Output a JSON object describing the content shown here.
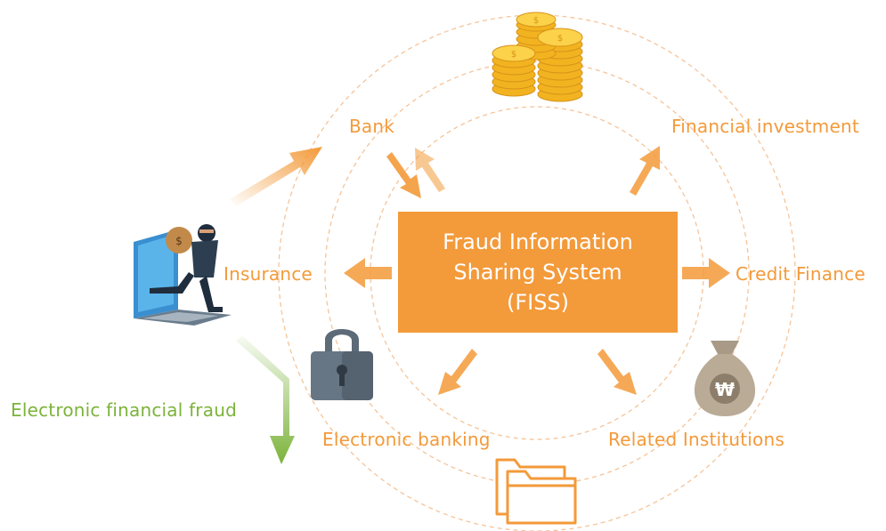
{
  "center": {
    "line1": "Fraud Information",
    "line2": "Sharing System",
    "line3": "(FISS)"
  },
  "nodes": {
    "bank": "Bank",
    "financial_investment": "Financial investment",
    "insurance": "Insurance",
    "credit_finance": "Credit Finance",
    "electronic_banking": "Electronic banking",
    "related_institutions": "Related Institutions",
    "electronic_financial_fraud": "Electronic financial fraud"
  },
  "icons": [
    "coin-stack-icon",
    "thief-laptop-icon",
    "padlock-icon",
    "won-money-bag-icon",
    "folder-icon"
  ],
  "colors": {
    "accent": "#f39a3a",
    "fraud_green": "#7bb33a",
    "circle_dash": "#f5c49a"
  }
}
